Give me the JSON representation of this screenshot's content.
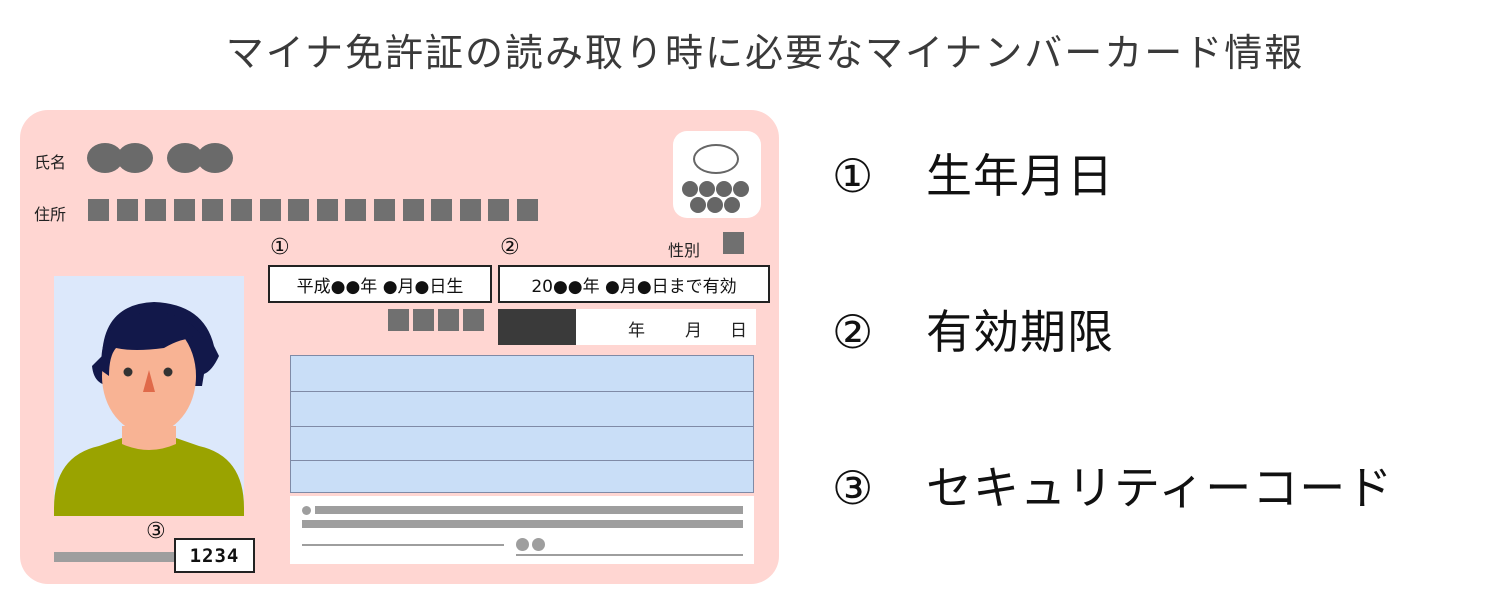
{
  "title": "マイナ免許証の読み取り時に必要なマイナンバーカード情報",
  "card": {
    "name_label": "氏名",
    "address_label": "住所",
    "gender_label": "性別",
    "marker_1": "①",
    "marker_2": "②",
    "marker_3": "③",
    "birth_text": "平成●●年 ●月●日生",
    "expiry_text": "20●●年 ●月●日まで有効",
    "date_year": "年",
    "date_month": "月",
    "date_day": "日",
    "security_code": "1234"
  },
  "legend": [
    {
      "marker": "①",
      "label": "生年月日"
    },
    {
      "marker": "②",
      "label": "有効期限"
    },
    {
      "marker": "③",
      "label": "セキュリティーコード"
    }
  ],
  "colors": {
    "card_bg": "#ffd6d2",
    "photo_bg": "#dce8fb",
    "info_area": "#c9def7",
    "expiry_block": "#3a3a3a"
  }
}
